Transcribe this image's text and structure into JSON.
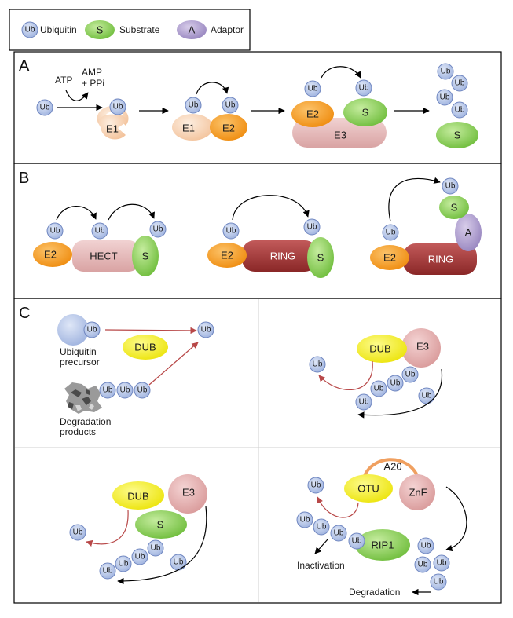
{
  "legend": {
    "ub_symbol": "Ub",
    "ub_label": "Ubiquitin",
    "s_symbol": "S",
    "s_label": "Substrate",
    "a_symbol": "A",
    "a_label": "Adaptor"
  },
  "colors": {
    "ubiquitin": "#aebfe4",
    "substrate": "#8fcf5a",
    "adaptor": "#a997c9",
    "e1": "#f6cfae",
    "e2": "#f59a1c",
    "e3": "#e8bcbc",
    "hect": "#e7b8b8",
    "ring": "#a33535",
    "dub": "#f5f02a",
    "red_arrow": "#b84848"
  },
  "panelA": {
    "letter": "A",
    "ub": "Ub",
    "atp": "ATP",
    "amp_line1": "AMP",
    "amp_line2": "+ PPi",
    "e1": "E1",
    "e2": "E2",
    "e3": "E3",
    "s": "S"
  },
  "panelB": {
    "letter": "B",
    "ub": "Ub",
    "e2": "E2",
    "hect": "HECT",
    "ring": "RING",
    "s": "S",
    "a": "A"
  },
  "panelC": {
    "letter": "C",
    "ub": "Ub",
    "dub": "DUB",
    "e3": "E3",
    "s": "S",
    "precursor_line1": "Ubiquitin",
    "precursor_line2": "precursor",
    "degprod_line1": "Degradation",
    "degprod_line2": "products",
    "a20": "A20",
    "otu": "OTU",
    "znf": "ZnF",
    "rip1": "RIP1",
    "inactivation": "Inactivation",
    "degradation": "Degradation"
  }
}
